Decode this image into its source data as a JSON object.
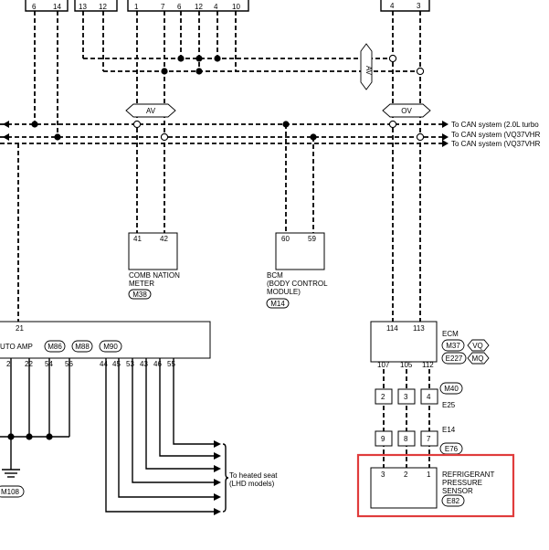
{
  "top_left_pins": [
    "6",
    "14"
  ],
  "top_mid_pins": [
    "13",
    "12"
  ],
  "top_center_pins": [
    "1",
    "7",
    "6",
    "12",
    "4",
    "10"
  ],
  "top_right_pins": [
    "4",
    "3"
  ],
  "signals": {
    "av_vertical": "AV",
    "av_left": "AV",
    "ov_right": "OV"
  },
  "can_lines": [
    "To CAN system (2.0L turbo",
    "To CAN system (VQ37VHR",
    "To CAN system (VQ37VHR"
  ],
  "combination_meter": {
    "pins": [
      "41",
      "42"
    ],
    "label": [
      "COMB NATION",
      "METER"
    ],
    "connector": "M38"
  },
  "bcm": {
    "pins": [
      "60",
      "59"
    ],
    "label": [
      "BCM",
      "(BODY CONTROL",
      "MODULE)"
    ],
    "connector": "M14"
  },
  "auto_amp": {
    "top_pin": "21",
    "label": "UTO AMP",
    "connectors": [
      "M86",
      "M88",
      "M90"
    ],
    "bottom_pins": [
      "2",
      "22",
      "54",
      "56",
      "44",
      "45",
      "53",
      "43",
      "46",
      "55"
    ],
    "ground_connector": "M108"
  },
  "heated_seat_label": [
    "To heated seat",
    "(LHD models)"
  ],
  "ecm": {
    "top_pins": [
      "114",
      "113"
    ],
    "label": "ECM",
    "connectors": [
      "M37",
      "E227"
    ],
    "engines": [
      "VQ",
      "MQ"
    ],
    "bottom_pins": [
      "107",
      "105",
      "112"
    ]
  },
  "junction_upper": {
    "pins": [
      "2",
      "3",
      "4"
    ],
    "connectors": [
      "M40",
      "E25"
    ]
  },
  "junction_lower": {
    "pins": [
      "9",
      "8",
      "7"
    ],
    "connectors": [
      "E14",
      "E76"
    ]
  },
  "refrigerant_sensor": {
    "pins": [
      "3",
      "2",
      "1"
    ],
    "label": [
      "REFRIGERANT",
      "PRESSURE",
      "SENSOR"
    ],
    "connector": "E82"
  },
  "colors": {
    "highlight": "#e03c3c",
    "wire": "#000000"
  }
}
